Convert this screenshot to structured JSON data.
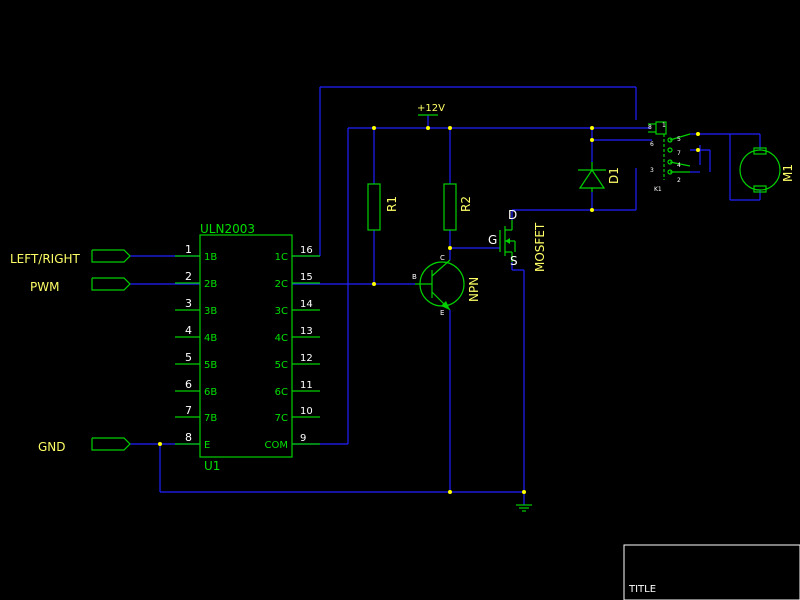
{
  "inputs": {
    "left_right": "LEFT/RIGHT",
    "pwm": "PWM",
    "gnd": "GND"
  },
  "power": {
    "supply": "+12V"
  },
  "ic": {
    "name": "ULN2003",
    "ref": "U1",
    "left_pins": [
      {
        "num": "1",
        "label": "1B"
      },
      {
        "num": "2",
        "label": "2B"
      },
      {
        "num": "3",
        "label": "3B"
      },
      {
        "num": "4",
        "label": "4B"
      },
      {
        "num": "5",
        "label": "5B"
      },
      {
        "num": "6",
        "label": "6B"
      },
      {
        "num": "7",
        "label": "7B"
      },
      {
        "num": "8",
        "label": "E"
      }
    ],
    "right_pins": [
      {
        "num": "16",
        "label": "1C"
      },
      {
        "num": "15",
        "label": "2C"
      },
      {
        "num": "14",
        "label": "3C"
      },
      {
        "num": "13",
        "label": "4C"
      },
      {
        "num": "12",
        "label": "5C"
      },
      {
        "num": "11",
        "label": "6C"
      },
      {
        "num": "10",
        "label": "7C"
      },
      {
        "num": "9",
        "label": "COM"
      }
    ]
  },
  "components": {
    "r1": "R1",
    "r2": "R2",
    "npn": "NPN",
    "npn_b": "B",
    "npn_c": "C",
    "npn_e": "E",
    "mosfet": "MOSFET",
    "mosfet_d": "D",
    "mosfet_g": "G",
    "mosfet_s": "S",
    "diode": "D1",
    "relay": "K1",
    "relay_pins": [
      "8",
      "6",
      "5",
      "1",
      "7",
      "4",
      "3",
      "2"
    ],
    "motor": "M1"
  },
  "title_block": {
    "title": "TITLE"
  }
}
